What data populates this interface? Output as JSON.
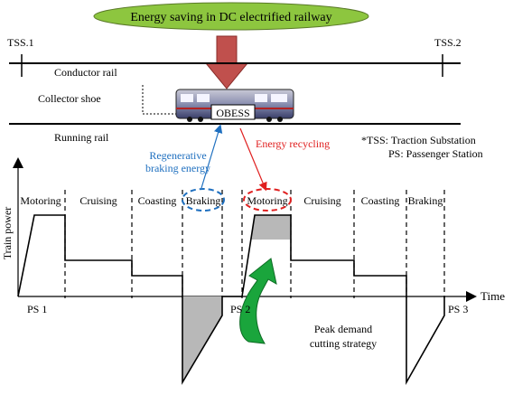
{
  "title": "Energy saving in DC electrified railway",
  "substations": {
    "left": "TSS.1",
    "right": "TSS.2"
  },
  "rails": {
    "conductor": "Conductor rail",
    "collector": "Collector shoe",
    "running": "Running rail"
  },
  "train_label": "OBESS",
  "annotations": {
    "regen_line1": "Regenerative",
    "regen_line2": "braking energy",
    "recycling": "Energy recycling",
    "peak_line1": "Peak demand",
    "peak_line2": "cutting strategy"
  },
  "footnote": {
    "tss": "*TSS:  Traction Substation",
    "ps": "PS:  Passenger Station"
  },
  "axes": {
    "y": "Train power",
    "x": "Time"
  },
  "phases": [
    "Motoring",
    "Cruising",
    "Coasting",
    "Braking",
    "Motoring",
    "Cruising",
    "Coasting",
    "Braking"
  ],
  "stations": [
    "PS 1",
    "PS 2",
    "PS 3"
  ],
  "colors": {
    "ellipse_fill": "#8dc63f",
    "arrow_red": "#c0504d",
    "regen_blue": "#1e6fbf",
    "recycle_red": "#e02020",
    "curve_green": "#1aa53c",
    "shade_gray": "#b8b8b8"
  }
}
